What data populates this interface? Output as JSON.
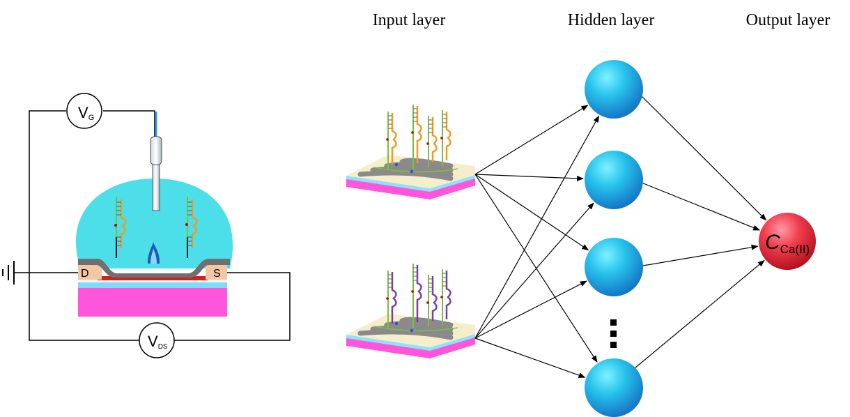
{
  "layers": {
    "input": "Input layer",
    "hidden": "Hidden layer",
    "output": "Output layer"
  },
  "device": {
    "gate_voltage": "V",
    "gate_voltage_sub": "G",
    "drain_source_voltage": "V",
    "drain_source_voltage_sub": "DS",
    "drain_label": "D",
    "source_label": "S"
  },
  "output_node": {
    "symbol": "C",
    "subscript": "Ca(II)"
  },
  "hidden_ellipsis": "⋮",
  "colors": {
    "electrolyte": "#4cdfe9",
    "hidden_node": "#22b8e8",
    "output_node": "#e8323f",
    "substrate": "#ff55dd",
    "channel": "#707070",
    "electrode": "#f3c6a4",
    "strand_green": "#7ac143",
    "strand_orange": "#f39a1e",
    "strand_purple": "#7a3fa0"
  }
}
